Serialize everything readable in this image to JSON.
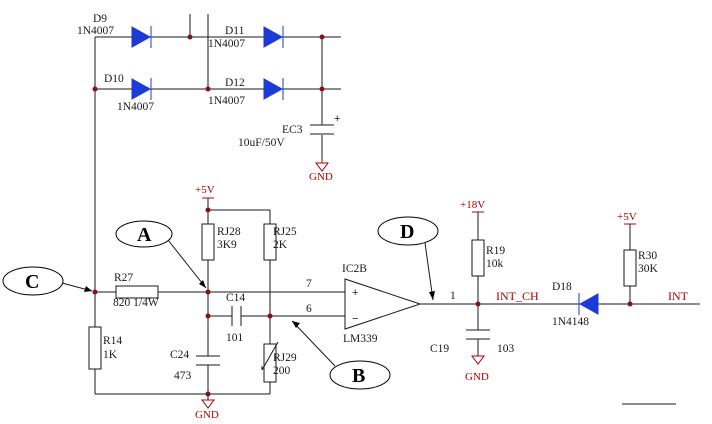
{
  "components": {
    "d9": {
      "ref": "D9",
      "value": "1N4007"
    },
    "d10": {
      "ref": "D10",
      "value": "1N4007"
    },
    "d11": {
      "ref": "D11",
      "value": "1N4007"
    },
    "d12": {
      "ref": "D12",
      "value": "1N4007"
    },
    "ec3": {
      "ref": "EC3",
      "value": "10uF/50V",
      "polarity": "+"
    },
    "rj28": {
      "ref": "RJ28",
      "value": "3K9"
    },
    "rj25": {
      "ref": "RJ25",
      "value": "2K"
    },
    "r27": {
      "ref": "R27",
      "value": "820 1/4W"
    },
    "c14": {
      "ref": "C14",
      "value": "101"
    },
    "r14": {
      "ref": "R14",
      "value": "1K"
    },
    "c24": {
      "ref": "C24",
      "value": "473"
    },
    "rj29": {
      "ref": "RJ29",
      "value": "200"
    },
    "ic2b": {
      "ref": "IC2B",
      "part": "LM339",
      "plus": "+",
      "minus": "−",
      "pin_plus": "7",
      "pin_minus": "6",
      "pin_out": "1"
    },
    "r19": {
      "ref": "R19",
      "value": "10k"
    },
    "c19": {
      "ref": "C19",
      "value": "103"
    },
    "d18": {
      "ref": "D18",
      "value": "1N4148"
    },
    "r30": {
      "ref": "R30",
      "value": "30K"
    }
  },
  "power": {
    "plus5v_a": "+5V",
    "plus18v": "+18V",
    "plus5v_b": "+5V",
    "gnd_ec3": "GND",
    "gnd_main": "GND",
    "gnd_c19": "GND"
  },
  "nets": {
    "int_ch": "INT_CH",
    "int": "INT"
  },
  "callouts": {
    "a": "A",
    "b": "B",
    "c": "C",
    "d": "D"
  }
}
